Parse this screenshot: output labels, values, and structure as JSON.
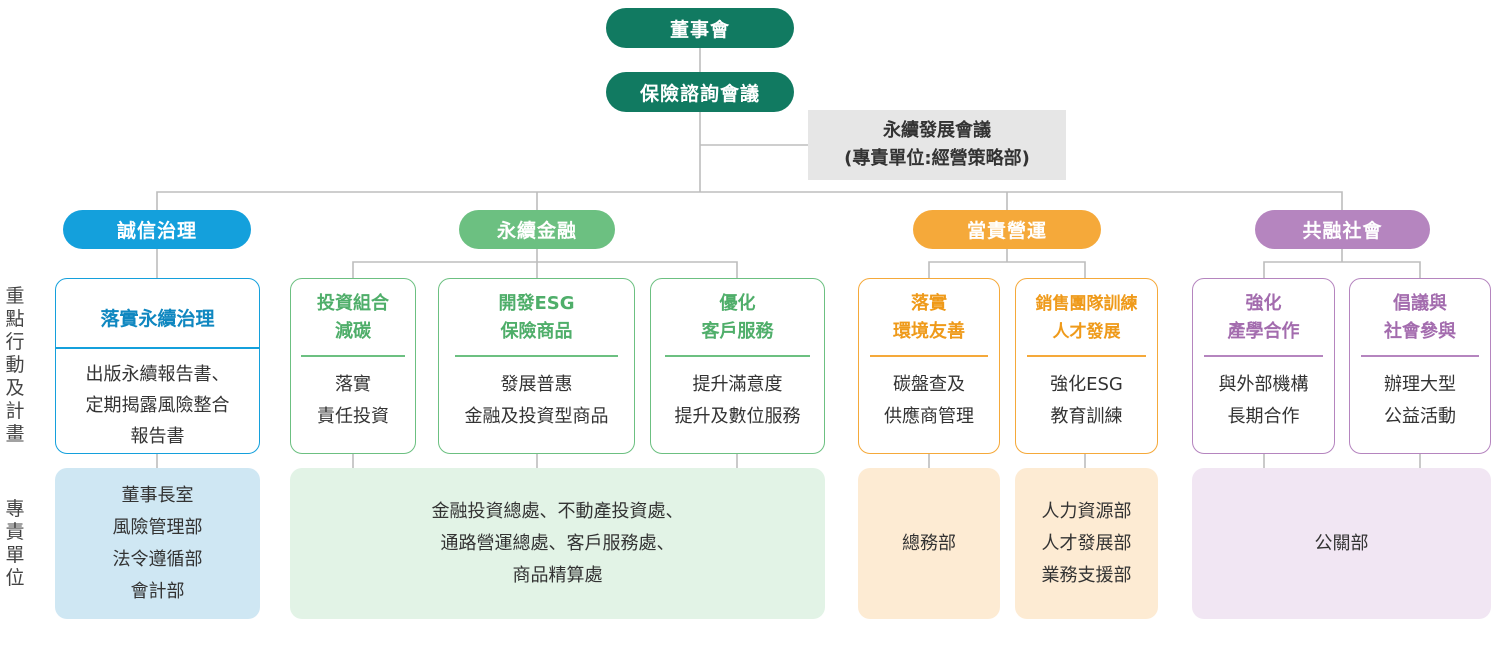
{
  "top": {
    "board": "董事會",
    "council": "保險諮詢會議",
    "committee": "永續發展會議\n(專責單位:經營策略部)"
  },
  "side_labels": {
    "actions": "重\n點\n行\n動\n及\n計\n畫",
    "units": "專\n責\n單\n位"
  },
  "colors": {
    "dark_green": "#117a61",
    "blue": "#14a0dc",
    "green": "#6cc081",
    "orange": "#f5a93a",
    "purple": "#b585bf"
  },
  "pillars": [
    {
      "label": "誠信治理"
    },
    {
      "label": "永續金融"
    },
    {
      "label": "當責營運"
    },
    {
      "label": "共融社會"
    }
  ],
  "actions": [
    {
      "title": "落實永續治理",
      "desc": "出版永續報告書、\n定期揭露風險整合\n報告書"
    },
    {
      "title": "投資組合\n減碳",
      "desc": "落實\n責任投資"
    },
    {
      "title": "開發ESG\n保險商品",
      "desc": "發展普惠\n金融及投資型商品"
    },
    {
      "title": "優化\n客戶服務",
      "desc": "提升滿意度\n提升及數位服務"
    },
    {
      "title": "落實\n環境友善",
      "desc": "碳盤查及\n供應商管理"
    },
    {
      "title": "銷售團隊訓練\n人才發展",
      "desc": "強化ESG\n教育訓練"
    },
    {
      "title": "強化\n產學合作",
      "desc": "與外部機構\n長期合作"
    },
    {
      "title": "倡議與\n社會參與",
      "desc": "辦理大型\n公益活動"
    }
  ],
  "units": [
    {
      "text": "董事長室\n風險管理部\n法令遵循部\n會計部"
    },
    {
      "text": "金融投資總處、不動產投資處、\n通路營運總處、客戶服務處、\n商品精算處"
    },
    {
      "text": "總務部"
    },
    {
      "text": "人力資源部\n人才發展部\n業務支援部"
    },
    {
      "text": "公關部"
    }
  ]
}
